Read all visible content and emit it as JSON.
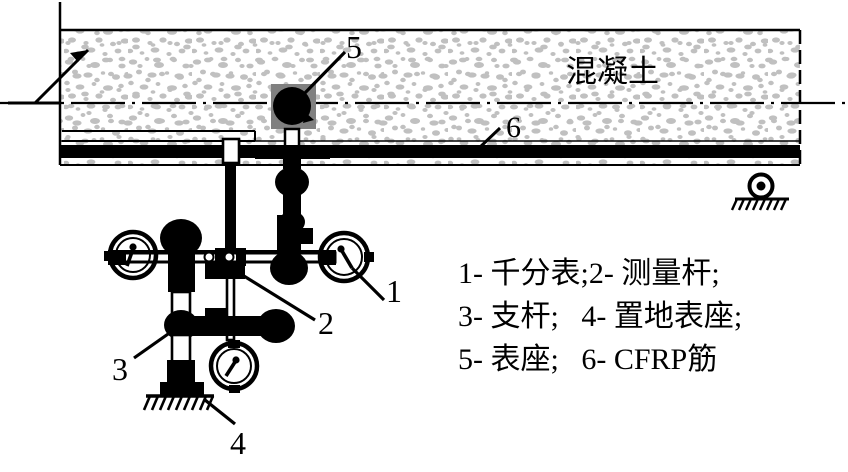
{
  "figure": {
    "type": "engineering-diagram",
    "subject": "CFRP reinforced concrete beam deflection measurement setup",
    "concrete_label": "混凝土",
    "callouts": [
      {
        "id": "1",
        "text": "1"
      },
      {
        "id": "2",
        "text": "2"
      },
      {
        "id": "3",
        "text": "3"
      },
      {
        "id": "4",
        "text": "4"
      },
      {
        "id": "5",
        "text": "5"
      },
      {
        "id": "6",
        "text": "6"
      }
    ],
    "colors": {
      "ink": "#000000",
      "concrete_speckle": "#c0c0c0",
      "gauge_base_block": "#808080",
      "background": "#ffffff"
    }
  },
  "legend": {
    "lines": [
      "1- 千分表;2- 测量杆;",
      "3- 支杆;   4- 置地表座;",
      "5- 表座;   6- CFRP筋"
    ],
    "items": [
      {
        "number": "1",
        "label": "千分表"
      },
      {
        "number": "2",
        "label": "测量杆"
      },
      {
        "number": "3",
        "label": "支杆"
      },
      {
        "number": "4",
        "label": "置地表座"
      },
      {
        "number": "5",
        "label": "表座"
      },
      {
        "number": "6",
        "label": "CFRP筋"
      }
    ]
  }
}
